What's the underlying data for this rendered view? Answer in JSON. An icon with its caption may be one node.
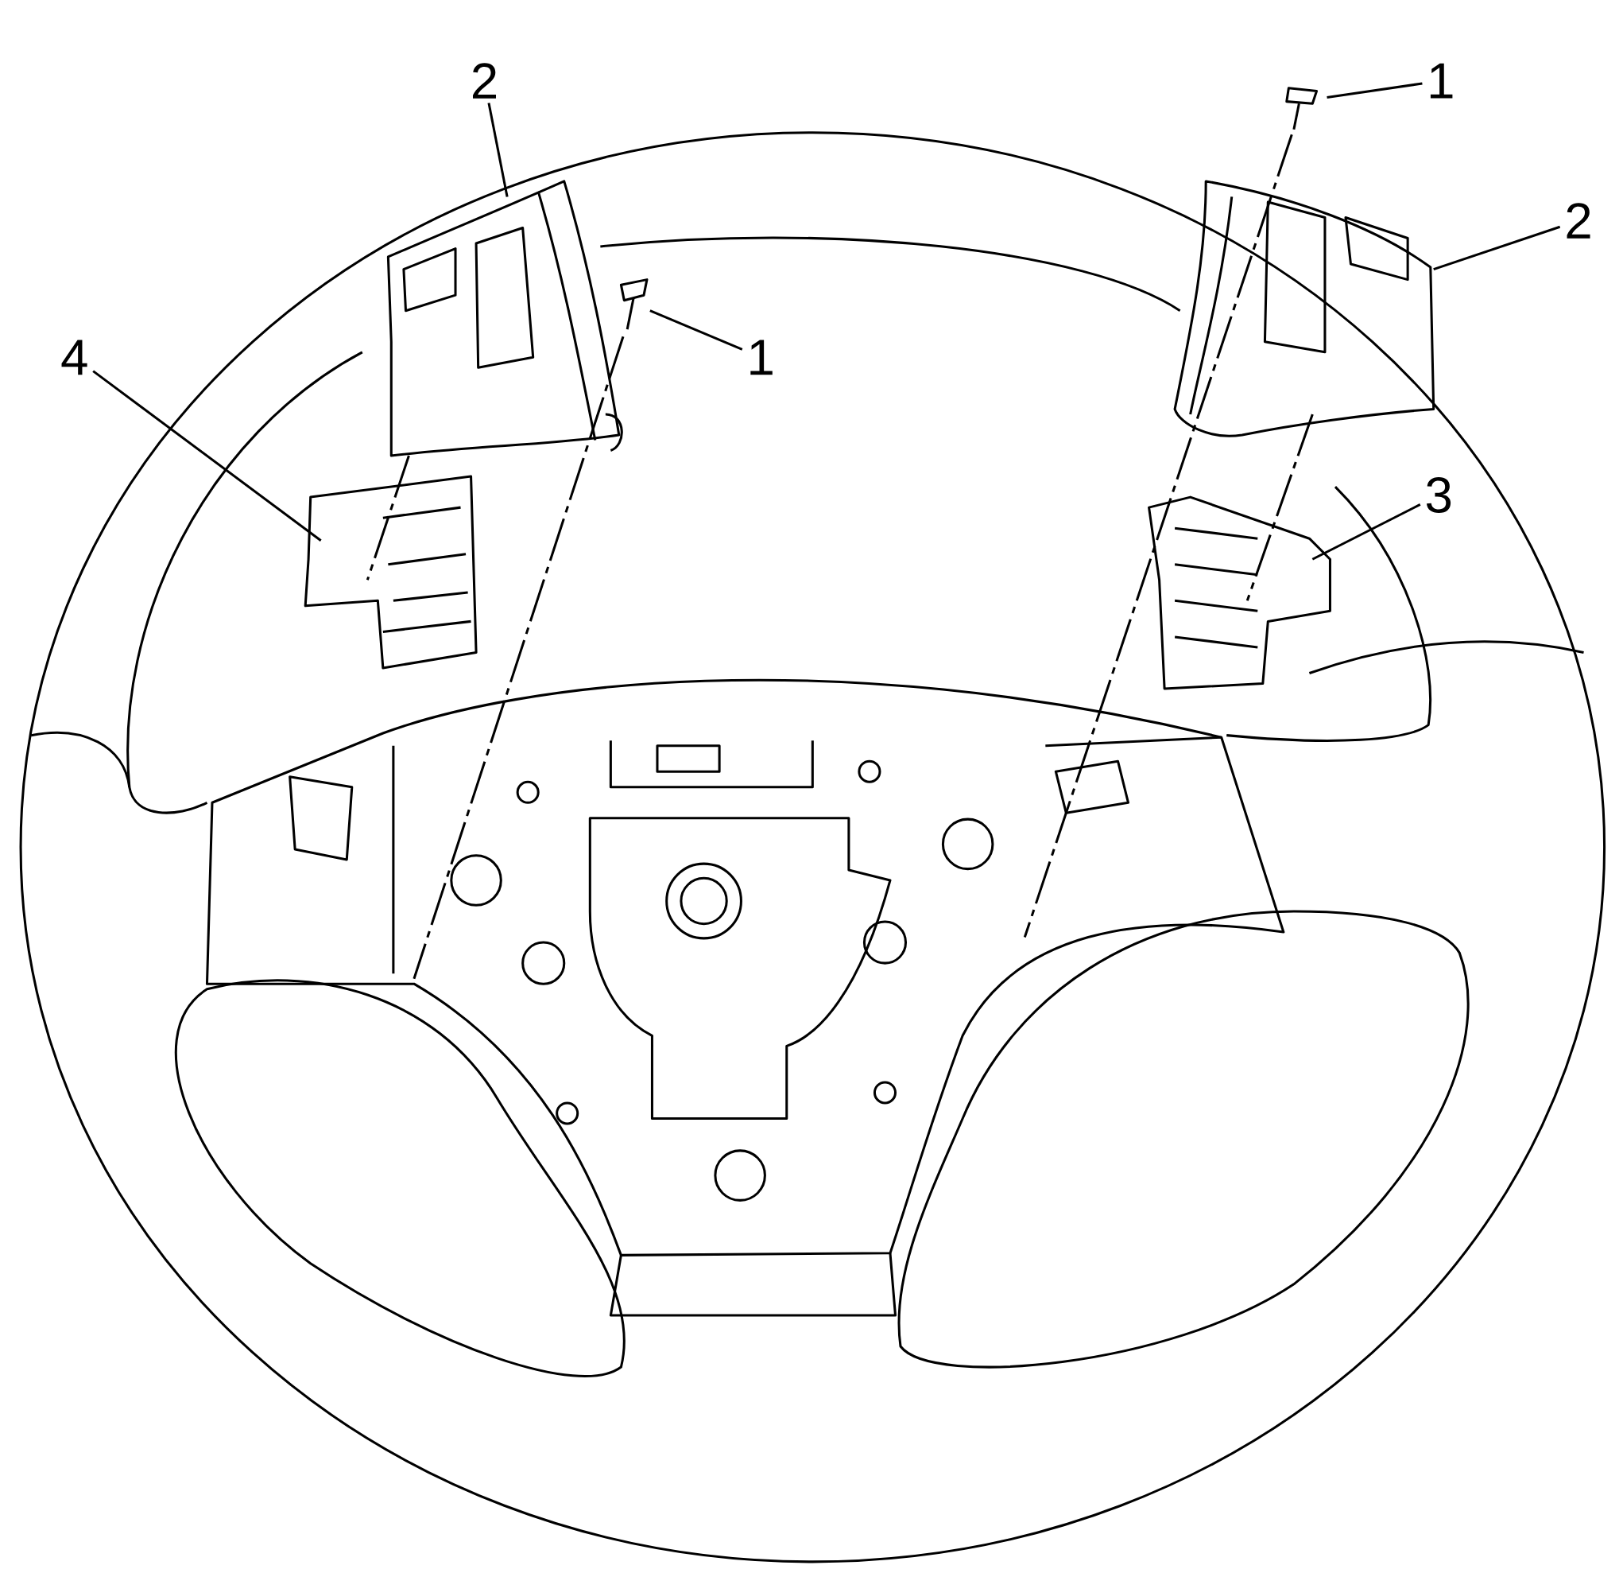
{
  "diagram": {
    "nodes": [
      {
        "text": [
          "2"
        ]
      },
      {
        "text": [
          "1"
        ]
      },
      {
        "text": [
          "2"
        ]
      },
      {
        "text": [
          "4"
        ]
      },
      {
        "text": [
          "1"
        ]
      },
      {
        "text": [
          "3"
        ]
      }
    ],
    "edges": [
      {
        "from": 0,
        "to": null,
        "arrow": "none"
      },
      {
        "from": 1,
        "to": null,
        "arrow": "none"
      },
      {
        "from": 2,
        "to": null,
        "arrow": "none"
      },
      {
        "from": 3,
        "to": null,
        "arrow": "none"
      },
      {
        "from": 4,
        "to": null,
        "arrow": "none"
      },
      {
        "from": 5,
        "to": null,
        "arrow": "none"
      }
    ]
  }
}
